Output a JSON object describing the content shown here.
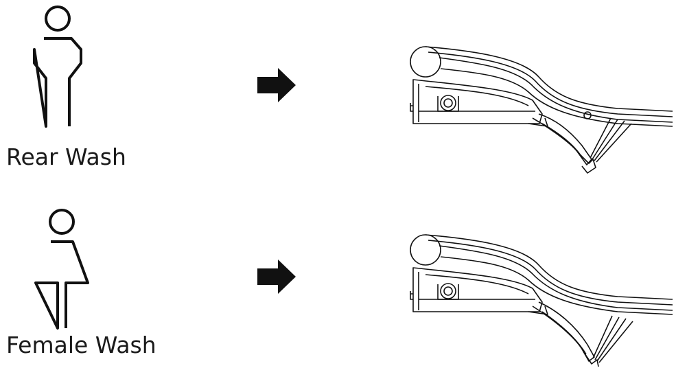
{
  "rows": [
    {
      "label": "Rear Wash",
      "figure": "person-icon"
    },
    {
      "label": "Female Wash",
      "figure": "woman-icon"
    }
  ],
  "colors": {
    "ink": "#111111",
    "label": "#1a1a1a",
    "background": "#ffffff"
  },
  "icons": [
    "person-icon",
    "woman-icon",
    "arrow-right-icon",
    "nozzle-drawing"
  ]
}
